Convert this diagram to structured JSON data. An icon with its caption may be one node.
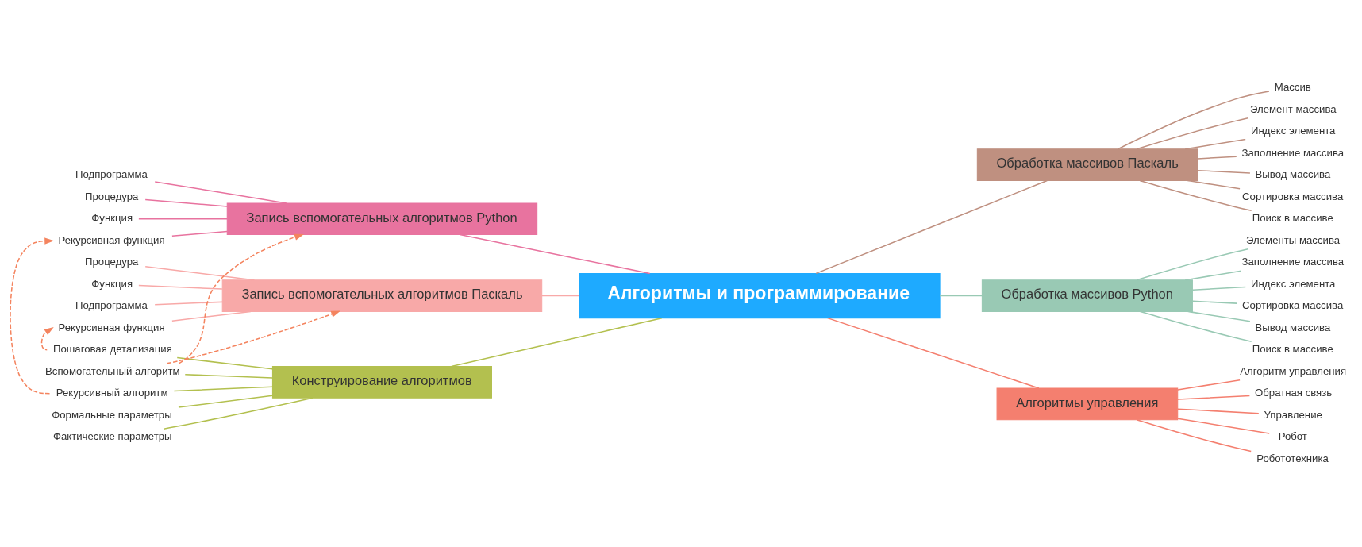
{
  "diagram": {
    "nodes": [
      {
        "text": [
          "Алгоритмы и программирование"
        ]
      },
      {
        "text": [
          "Запись вспомогательных алгоритмов Python"
        ]
      },
      {
        "text": [
          "Подпрограмма"
        ]
      },
      {
        "text": [
          "Процедура"
        ]
      },
      {
        "text": [
          "Функция"
        ]
      },
      {
        "text": [
          "Рекурсивная функция"
        ]
      },
      {
        "text": [
          "Запись вспомогательных алгоритмов Паскаль"
        ]
      },
      {
        "text": [
          "Процедура"
        ]
      },
      {
        "text": [
          "Функция"
        ]
      },
      {
        "text": [
          "Подпрограмма"
        ]
      },
      {
        "text": [
          "Рекурсивная функция"
        ]
      },
      {
        "text": [
          "Конструирование алгоритмов"
        ]
      },
      {
        "text": [
          "Пошаговая детализация"
        ]
      },
      {
        "text": [
          "Вспомогательный алгоритм"
        ]
      },
      {
        "text": [
          "Рекурсивный алгоритм"
        ]
      },
      {
        "text": [
          "Формальные параметры"
        ]
      },
      {
        "text": [
          "Фактические параметры"
        ]
      },
      {
        "text": [
          "Обработка массивов Паскаль"
        ]
      },
      {
        "text": [
          "Массив"
        ]
      },
      {
        "text": [
          "Элемент массива"
        ]
      },
      {
        "text": [
          "Индекс элемента"
        ]
      },
      {
        "text": [
          "Заполнение массива"
        ]
      },
      {
        "text": [
          "Вывод массива"
        ]
      },
      {
        "text": [
          "Сортировка массива"
        ]
      },
      {
        "text": [
          "Поиск в массиве"
        ]
      },
      {
        "text": [
          "Обработка массивов Python"
        ]
      },
      {
        "text": [
          "Элементы массива"
        ]
      },
      {
        "text": [
          "Заполнение массива"
        ]
      },
      {
        "text": [
          "Индекс элемента"
        ]
      },
      {
        "text": [
          "Сортировка массива"
        ]
      },
      {
        "text": [
          "Вывод массива"
        ]
      },
      {
        "text": [
          "Поиск в массиве"
        ]
      },
      {
        "text": [
          "Алгоритмы управления"
        ]
      },
      {
        "text": [
          "Алгоритм управления"
        ]
      },
      {
        "text": [
          "Обратная связь"
        ]
      },
      {
        "text": [
          "Управление"
        ]
      },
      {
        "text": [
          "Робот"
        ]
      },
      {
        "text": [
          "Робототехника"
        ]
      }
    ],
    "edges": [
      {
        "from": 1,
        "to": 0,
        "arrow": "none",
        "color": "#e8739f"
      },
      {
        "from": 2,
        "to": 1,
        "arrow": "none",
        "color": "#e8739f"
      },
      {
        "from": 3,
        "to": 1,
        "arrow": "none",
        "color": "#e8739f"
      },
      {
        "from": 4,
        "to": 1,
        "arrow": "none",
        "color": "#e8739f"
      },
      {
        "from": 5,
        "to": 1,
        "arrow": "none",
        "color": "#e8739f"
      },
      {
        "from": 6,
        "to": 0,
        "arrow": "none",
        "color": "#f8a9a8"
      },
      {
        "from": 7,
        "to": 6,
        "arrow": "none",
        "color": "#f8a9a8"
      },
      {
        "from": 8,
        "to": 6,
        "arrow": "none",
        "color": "#f8a9a8"
      },
      {
        "from": 9,
        "to": 6,
        "arrow": "none",
        "color": "#f8a9a8"
      },
      {
        "from": 10,
        "to": 6,
        "arrow": "none",
        "color": "#f8a9a8"
      },
      {
        "from": 11,
        "to": 0,
        "arrow": "none",
        "color": "#b3c04f"
      },
      {
        "from": 12,
        "to": 11,
        "arrow": "none",
        "color": "#b3c04f"
      },
      {
        "from": 13,
        "to": 11,
        "arrow": "none",
        "color": "#b3c04f"
      },
      {
        "from": 14,
        "to": 11,
        "arrow": "none",
        "color": "#b3c04f"
      },
      {
        "from": 15,
        "to": 11,
        "arrow": "none",
        "color": "#b3c04f"
      },
      {
        "from": 16,
        "to": 11,
        "arrow": "none",
        "color": "#b3c04f"
      },
      {
        "from": 0,
        "to": 17,
        "arrow": "none",
        "color": "#bf9080"
      },
      {
        "from": 17,
        "to": 18,
        "arrow": "none",
        "color": "#bf9080"
      },
      {
        "from": 17,
        "to": 19,
        "arrow": "none",
        "color": "#bf9080"
      },
      {
        "from": 17,
        "to": 20,
        "arrow": "none",
        "color": "#bf9080"
      },
      {
        "from": 17,
        "to": 21,
        "arrow": "none",
        "color": "#bf9080"
      },
      {
        "from": 17,
        "to": 22,
        "arrow": "none",
        "color": "#bf9080"
      },
      {
        "from": 17,
        "to": 23,
        "arrow": "none",
        "color": "#bf9080"
      },
      {
        "from": 17,
        "to": 24,
        "arrow": "none",
        "color": "#bf9080"
      },
      {
        "from": 0,
        "to": 25,
        "arrow": "none",
        "color": "#99c9b4"
      },
      {
        "from": 25,
        "to": 26,
        "arrow": "none",
        "color": "#99c9b4"
      },
      {
        "from": 25,
        "to": 27,
        "arrow": "none",
        "color": "#99c9b4"
      },
      {
        "from": 25,
        "to": 28,
        "arrow": "none",
        "color": "#99c9b4"
      },
      {
        "from": 25,
        "to": 29,
        "arrow": "none",
        "color": "#99c9b4"
      },
      {
        "from": 25,
        "to": 30,
        "arrow": "none",
        "color": "#99c9b4"
      },
      {
        "from": 25,
        "to": 31,
        "arrow": "none",
        "color": "#99c9b4"
      },
      {
        "from": 0,
        "to": 32,
        "arrow": "none",
        "color": "#f47f6f"
      },
      {
        "from": 32,
        "to": 33,
        "arrow": "none",
        "color": "#f47f6f"
      },
      {
        "from": 32,
        "to": 34,
        "arrow": "none",
        "color": "#f47f6f"
      },
      {
        "from": 32,
        "to": 35,
        "arrow": "none",
        "color": "#f47f6f"
      },
      {
        "from": 32,
        "to": 36,
        "arrow": "none",
        "color": "#f47f6f"
      },
      {
        "from": 32,
        "to": 37,
        "arrow": "none",
        "color": "#f47f6f"
      },
      {
        "from": 12,
        "to": 10,
        "arrow": "to",
        "style": "dashed",
        "color": "#f4845f"
      },
      {
        "from": 14,
        "to": 5,
        "arrow": "to",
        "style": "dashed",
        "color": "#f4845f"
      },
      {
        "from": 13,
        "to": 1,
        "arrow": "to",
        "style": "dashed",
        "color": "#f4845f"
      },
      {
        "from": 13,
        "to": 6,
        "arrow": "to",
        "style": "dashed",
        "color": "#f4845f"
      }
    ]
  }
}
